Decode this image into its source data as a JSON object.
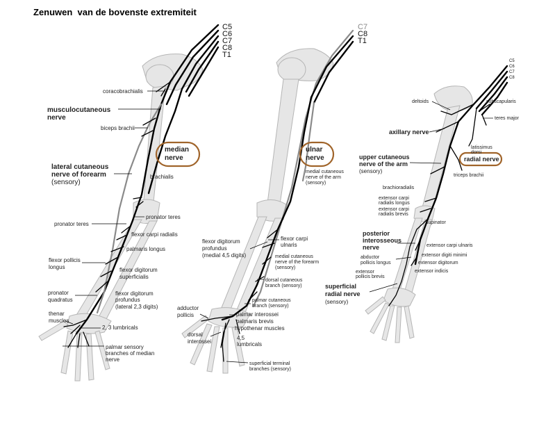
{
  "title": "Zenuwen  van de bovenste extremiteit",
  "panel1": {
    "roots": [
      "C5",
      "C6",
      "C7",
      "C8",
      "T1"
    ],
    "highlight": [
      "median",
      "nerve"
    ],
    "labels": {
      "coracobrachialis": "coracobrachialis",
      "musculocutaneous": [
        "musculocutaneous",
        "nerve"
      ],
      "biceps": "biceps brachii",
      "lateral": [
        "lateral cutaneous",
        "nerve of forearm",
        "(sensory)"
      ],
      "brachialis": "brachialis",
      "pronator_teres_r": "pronator teres",
      "pronator_teres_l": "pronator teres",
      "flexor_carpi_radialis": "flexor carpi radialis",
      "palmaris_longus": "palmaris longus",
      "flexor_pollicis": [
        "flexor pollicis",
        "longus"
      ],
      "flexor_superficialis": [
        "flexor digitorum",
        "superficialis"
      ],
      "pronator_quadratus": [
        "pronator",
        "quadratus"
      ],
      "flexor_profundus": [
        "flexor digitorum",
        "profundus",
        "(lateral 2,3 digits)"
      ],
      "thenar": [
        "thenar",
        "muscles"
      ],
      "lumbricals": "2, 3 lumbricals",
      "palmar_sensory": [
        "palmar sensory",
        "branches of median",
        "nerve"
      ]
    }
  },
  "panel2": {
    "roots": [
      "C7",
      "C8",
      "T1"
    ],
    "highlight": [
      "ulnar",
      "nerve"
    ],
    "labels": {
      "medial_arm": [
        "medial cutaneous",
        "nerve of the arm",
        "(sensory)"
      ],
      "flexor_profundus": [
        "flexor digitorum",
        "profundus",
        "(medial 4,5 digits)"
      ],
      "flexor_carpi_ulnaris": [
        "flexor carpi",
        "ulnaris"
      ],
      "medial_forearm": [
        "medial cutaneous",
        "nerve of the forearm",
        "(sensory)"
      ],
      "dorsal_cutaneous": [
        "dorsal cutaneous",
        "branch (sensory)"
      ],
      "palmar_cutaneous": [
        "palmar cutaneous",
        "branch (sensory)"
      ],
      "adductor": [
        "adductor",
        "pollicis"
      ],
      "palmar_interossei": "palmar interossei",
      "palmaris_brevis": "palmaris brevis",
      "hypothenar": "hypothenar muscles",
      "dorsal_interossei": [
        "dorsal",
        "interossei"
      ],
      "lumbricals": [
        "4,5",
        "lumbricals"
      ],
      "superficial_terminal": [
        "superficial terminal",
        "branches (sensory)"
      ]
    }
  },
  "panel3": {
    "roots": [
      "C5",
      "C6",
      "C7",
      "C8"
    ],
    "highlight": "radial nerve",
    "labels": {
      "deltoids": "deltoids",
      "subscapularis": "subscapularis",
      "teres_major": "teres major",
      "axillary": "axillary nerve",
      "latissimus": [
        "latissimus",
        "dorsi"
      ],
      "upper_cutaneous": [
        "upper cutaneous",
        "nerve of the arm",
        "(sensory)"
      ],
      "triceps": "triceps brachii",
      "brachioradialis": "brachioradialis",
      "ecr_longus": [
        "extensor carpi",
        "radialis longus"
      ],
      "ecr_brevis": [
        "extensor carpi",
        "radialis brevis"
      ],
      "supinator": "supinator",
      "posterior_interosseous": [
        "posterior",
        "interosseous",
        "nerve"
      ],
      "ext_carpi_ulnaris": "extensor carpi ulnaris",
      "abductor": [
        "abductor",
        "pollicis longus"
      ],
      "ext_digiti_minimi": "extensor digiti minimi",
      "ext_digitorum": "extensor digitorum",
      "ext_pollicis": [
        "extensor",
        "pollicis brevis"
      ],
      "ext_indicis": "extensor  indicis",
      "superficial_radial": [
        "superficial",
        "radial nerve"
      ],
      "sensory": "(sensory)"
    }
  }
}
